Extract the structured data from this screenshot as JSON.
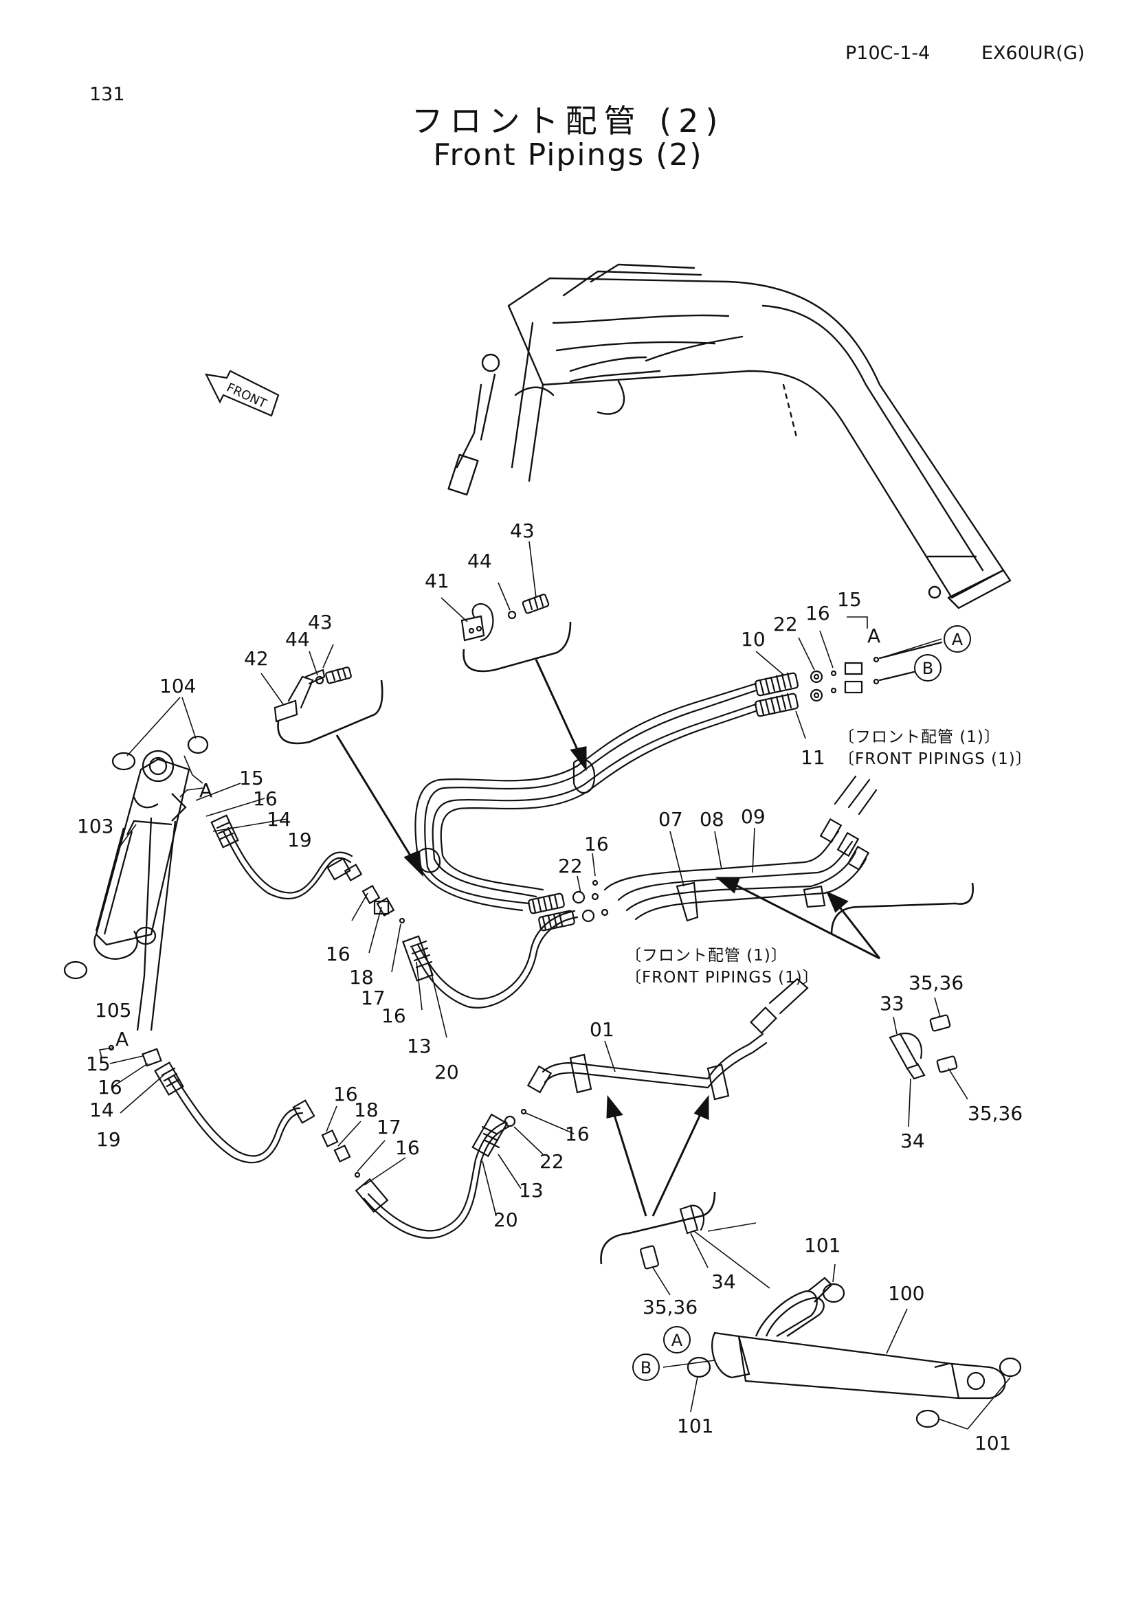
{
  "header": {
    "page_code": "P10C-1-4",
    "model": "EX60UR(G)",
    "page_number": "131"
  },
  "title": {
    "japanese": "フロント配管 (2)",
    "english": "Front Pipings (2)"
  },
  "direction_arrow": {
    "text": "FRONT"
  },
  "references": {
    "upper_ja": "〔フロント配管 (1)〕",
    "upper_en": "〔FRONT  PIPINGS (1)〕",
    "lower_ja": "〔フロント配管 (1)〕",
    "lower_en": "〔FRONT  PIPINGS (1)〕"
  },
  "callouts": [
    {
      "key": "conn-a-upper",
      "text": "A"
    },
    {
      "key": "conn-b-upper",
      "text": "B"
    },
    {
      "key": "conn-a-lower",
      "text": "A"
    },
    {
      "key": "conn-b-lower",
      "text": "B"
    }
  ],
  "labels": [
    {
      "key": "l43a",
      "text": "43"
    },
    {
      "key": "l44a",
      "text": "44"
    },
    {
      "key": "l41",
      "text": "41"
    },
    {
      "key": "l43b",
      "text": "43"
    },
    {
      "key": "l44b",
      "text": "44"
    },
    {
      "key": "l42",
      "text": "42"
    },
    {
      "key": "l10",
      "text": "10"
    },
    {
      "key": "l22a",
      "text": "22"
    },
    {
      "key": "l16a",
      "text": "16"
    },
    {
      "key": "l15a",
      "text": "15"
    },
    {
      "key": "lAa",
      "text": "A"
    },
    {
      "key": "l11",
      "text": "11"
    },
    {
      "key": "l104",
      "text": "104"
    },
    {
      "key": "lAb",
      "text": "A"
    },
    {
      "key": "l15b",
      "text": "15"
    },
    {
      "key": "l16b",
      "text": "16"
    },
    {
      "key": "l14a",
      "text": "14"
    },
    {
      "key": "l19a",
      "text": "19"
    },
    {
      "key": "l103",
      "text": "103"
    },
    {
      "key": "l07",
      "text": "07"
    },
    {
      "key": "l08",
      "text": "08"
    },
    {
      "key": "l09",
      "text": "09"
    },
    {
      "key": "l16c",
      "text": "16"
    },
    {
      "key": "l22b",
      "text": "22"
    },
    {
      "key": "l16d",
      "text": "16"
    },
    {
      "key": "l18a",
      "text": "18"
    },
    {
      "key": "l17a",
      "text": "17"
    },
    {
      "key": "l16e",
      "text": "16"
    },
    {
      "key": "l13a",
      "text": "13"
    },
    {
      "key": "l20a",
      "text": "20"
    },
    {
      "key": "l105",
      "text": "105"
    },
    {
      "key": "l3536a",
      "text": "35,36"
    },
    {
      "key": "l33",
      "text": "33"
    },
    {
      "key": "l3536b",
      "text": "35,36"
    },
    {
      "key": "l34a",
      "text": "34"
    },
    {
      "key": "l01",
      "text": "01"
    },
    {
      "key": "lAc",
      "text": "A"
    },
    {
      "key": "l15c",
      "text": "15"
    },
    {
      "key": "l16f",
      "text": "16"
    },
    {
      "key": "l14b",
      "text": "14"
    },
    {
      "key": "l19b",
      "text": "19"
    },
    {
      "key": "l16g",
      "text": "16"
    },
    {
      "key": "l18b",
      "text": "18"
    },
    {
      "key": "l17b",
      "text": "17"
    },
    {
      "key": "l16h",
      "text": "16"
    },
    {
      "key": "l16i",
      "text": "16"
    },
    {
      "key": "l22c",
      "text": "22"
    },
    {
      "key": "l13b",
      "text": "13"
    },
    {
      "key": "l20b",
      "text": "20"
    },
    {
      "key": "l101a",
      "text": "101"
    },
    {
      "key": "l100",
      "text": "100"
    },
    {
      "key": "l34b",
      "text": "34"
    },
    {
      "key": "l3536c",
      "text": "35,36"
    },
    {
      "key": "l101b",
      "text": "101"
    },
    {
      "key": "l101c",
      "text": "101"
    }
  ]
}
